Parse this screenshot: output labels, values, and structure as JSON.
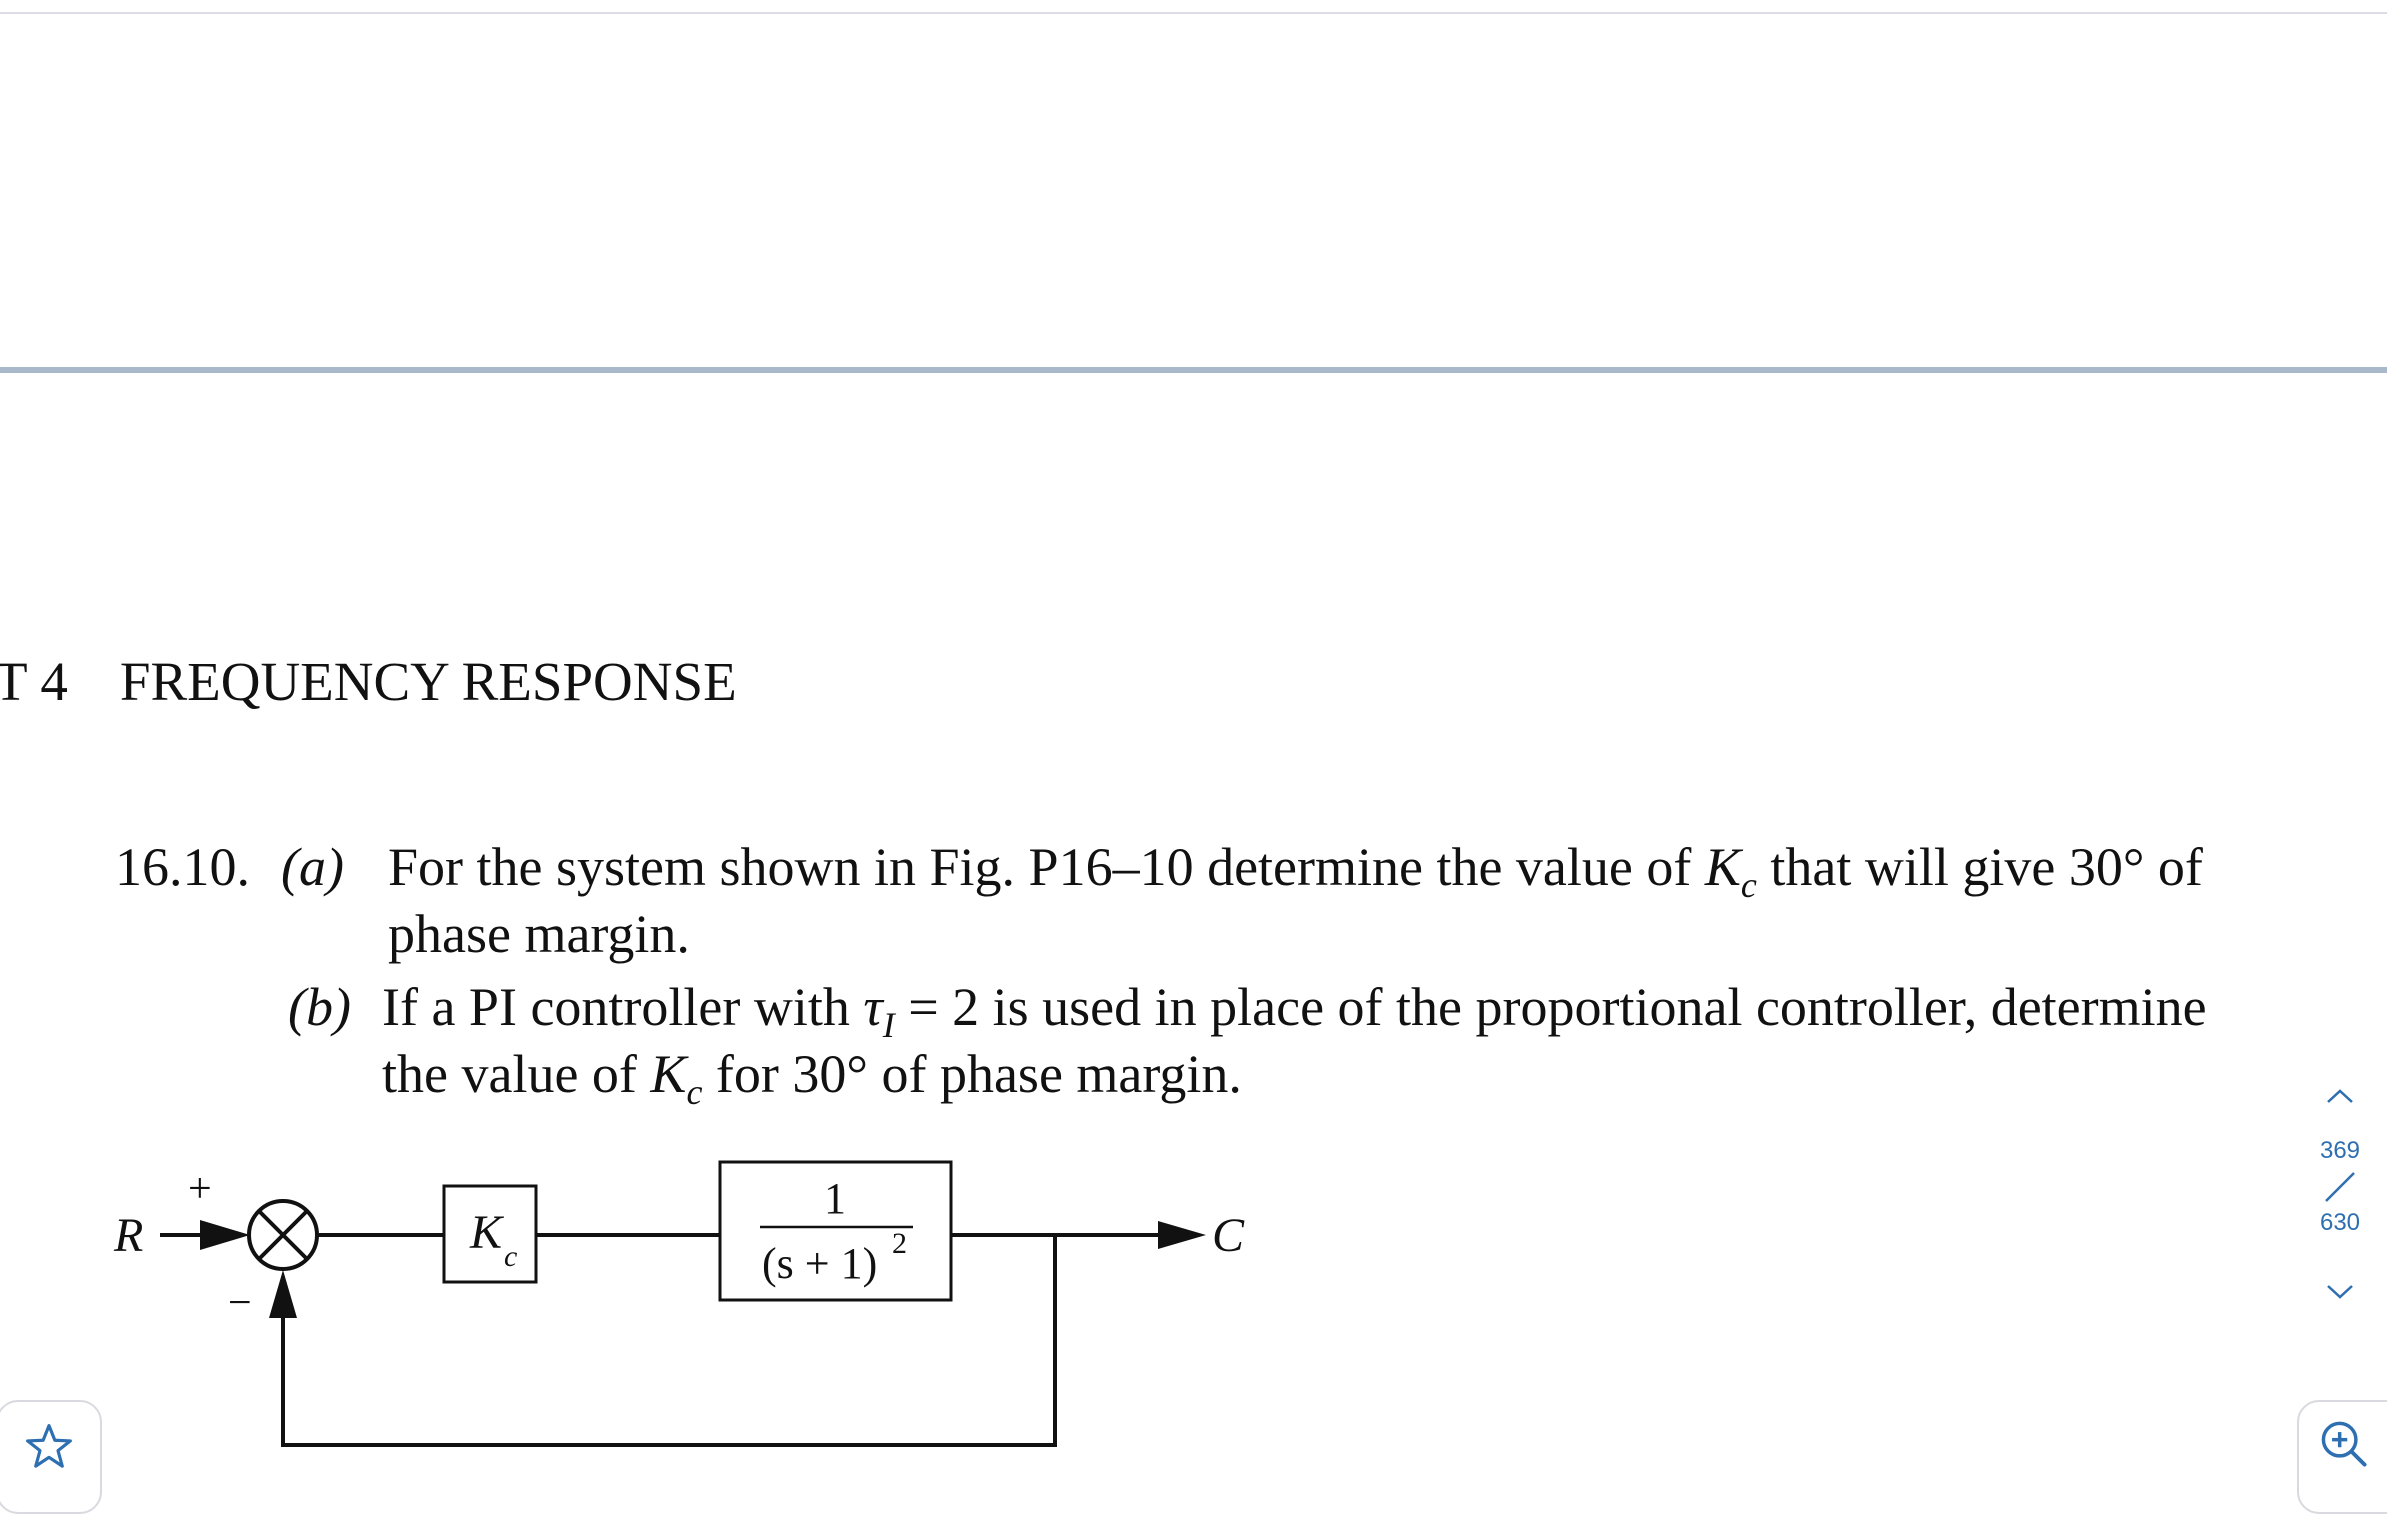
{
  "running_head": {
    "part": "T 4",
    "title": "FREQUENCY RESPONSE"
  },
  "problem": {
    "number": "16.10.",
    "part_a": {
      "label": "(a)",
      "line1_before": "For the system shown in Fig. P16–10 determine the value of ",
      "symbol": "K",
      "symbol_sub": "c",
      "line1_after": " that will give 30° of",
      "line2": "phase margin."
    },
    "part_b": {
      "label": "(b)",
      "line1_before": "If a PI controller with ",
      "tau": "τ",
      "tau_sub": "I",
      "line1_after": " = 2 is used in place of the proportional controller, determine",
      "line2_before": "the value of ",
      "symbol": "K",
      "symbol_sub": "c",
      "line2_after": " for 30° of phase margin."
    }
  },
  "diagram": {
    "input_label": "R",
    "output_label": "C",
    "plus_sign": "+",
    "minus_sign": "−",
    "controller": {
      "symbol": "K",
      "sub": "c"
    },
    "process": {
      "numerator": "1",
      "denominator": "(s + 1)",
      "exponent": "2"
    }
  },
  "navigation": {
    "current_page": "369",
    "total_pages": "630",
    "up_icon": "chevron-up-icon",
    "down_icon": "chevron-down-icon"
  },
  "corner_icons": {
    "left": "star-icon",
    "right": "zoom-in-icon"
  },
  "colors": {
    "divider": "#a9b8cb",
    "nav": "#2d6fb0",
    "text": "#111111"
  }
}
